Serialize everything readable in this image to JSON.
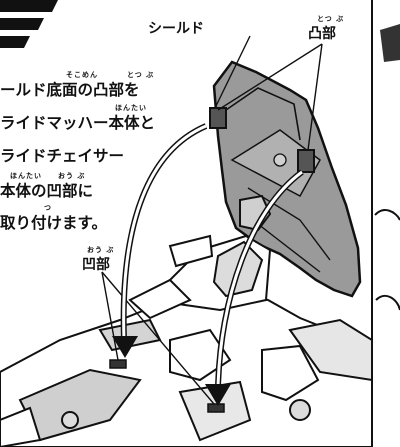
{
  "labels": {
    "shield": "シールド",
    "convex": "凸部",
    "convex_ruby": "とつ ぶ",
    "concave": "凹部",
    "concave_ruby": "おう ぶ"
  },
  "instruction": {
    "lines": [
      "ールド底面の凸部を",
      "ライドマッハー本体と",
      "ライドチェイサー",
      "本体の凹部に",
      "取り付けます。"
    ],
    "ruby": {
      "soko_men": "そこめん",
      "totsu_bu": "とつ ぶ",
      "hontai_1": "ほんたい",
      "hontai_2": "ほんたい",
      "ou_bu": "おう ぶ",
      "tsu": "つ"
    }
  }
}
